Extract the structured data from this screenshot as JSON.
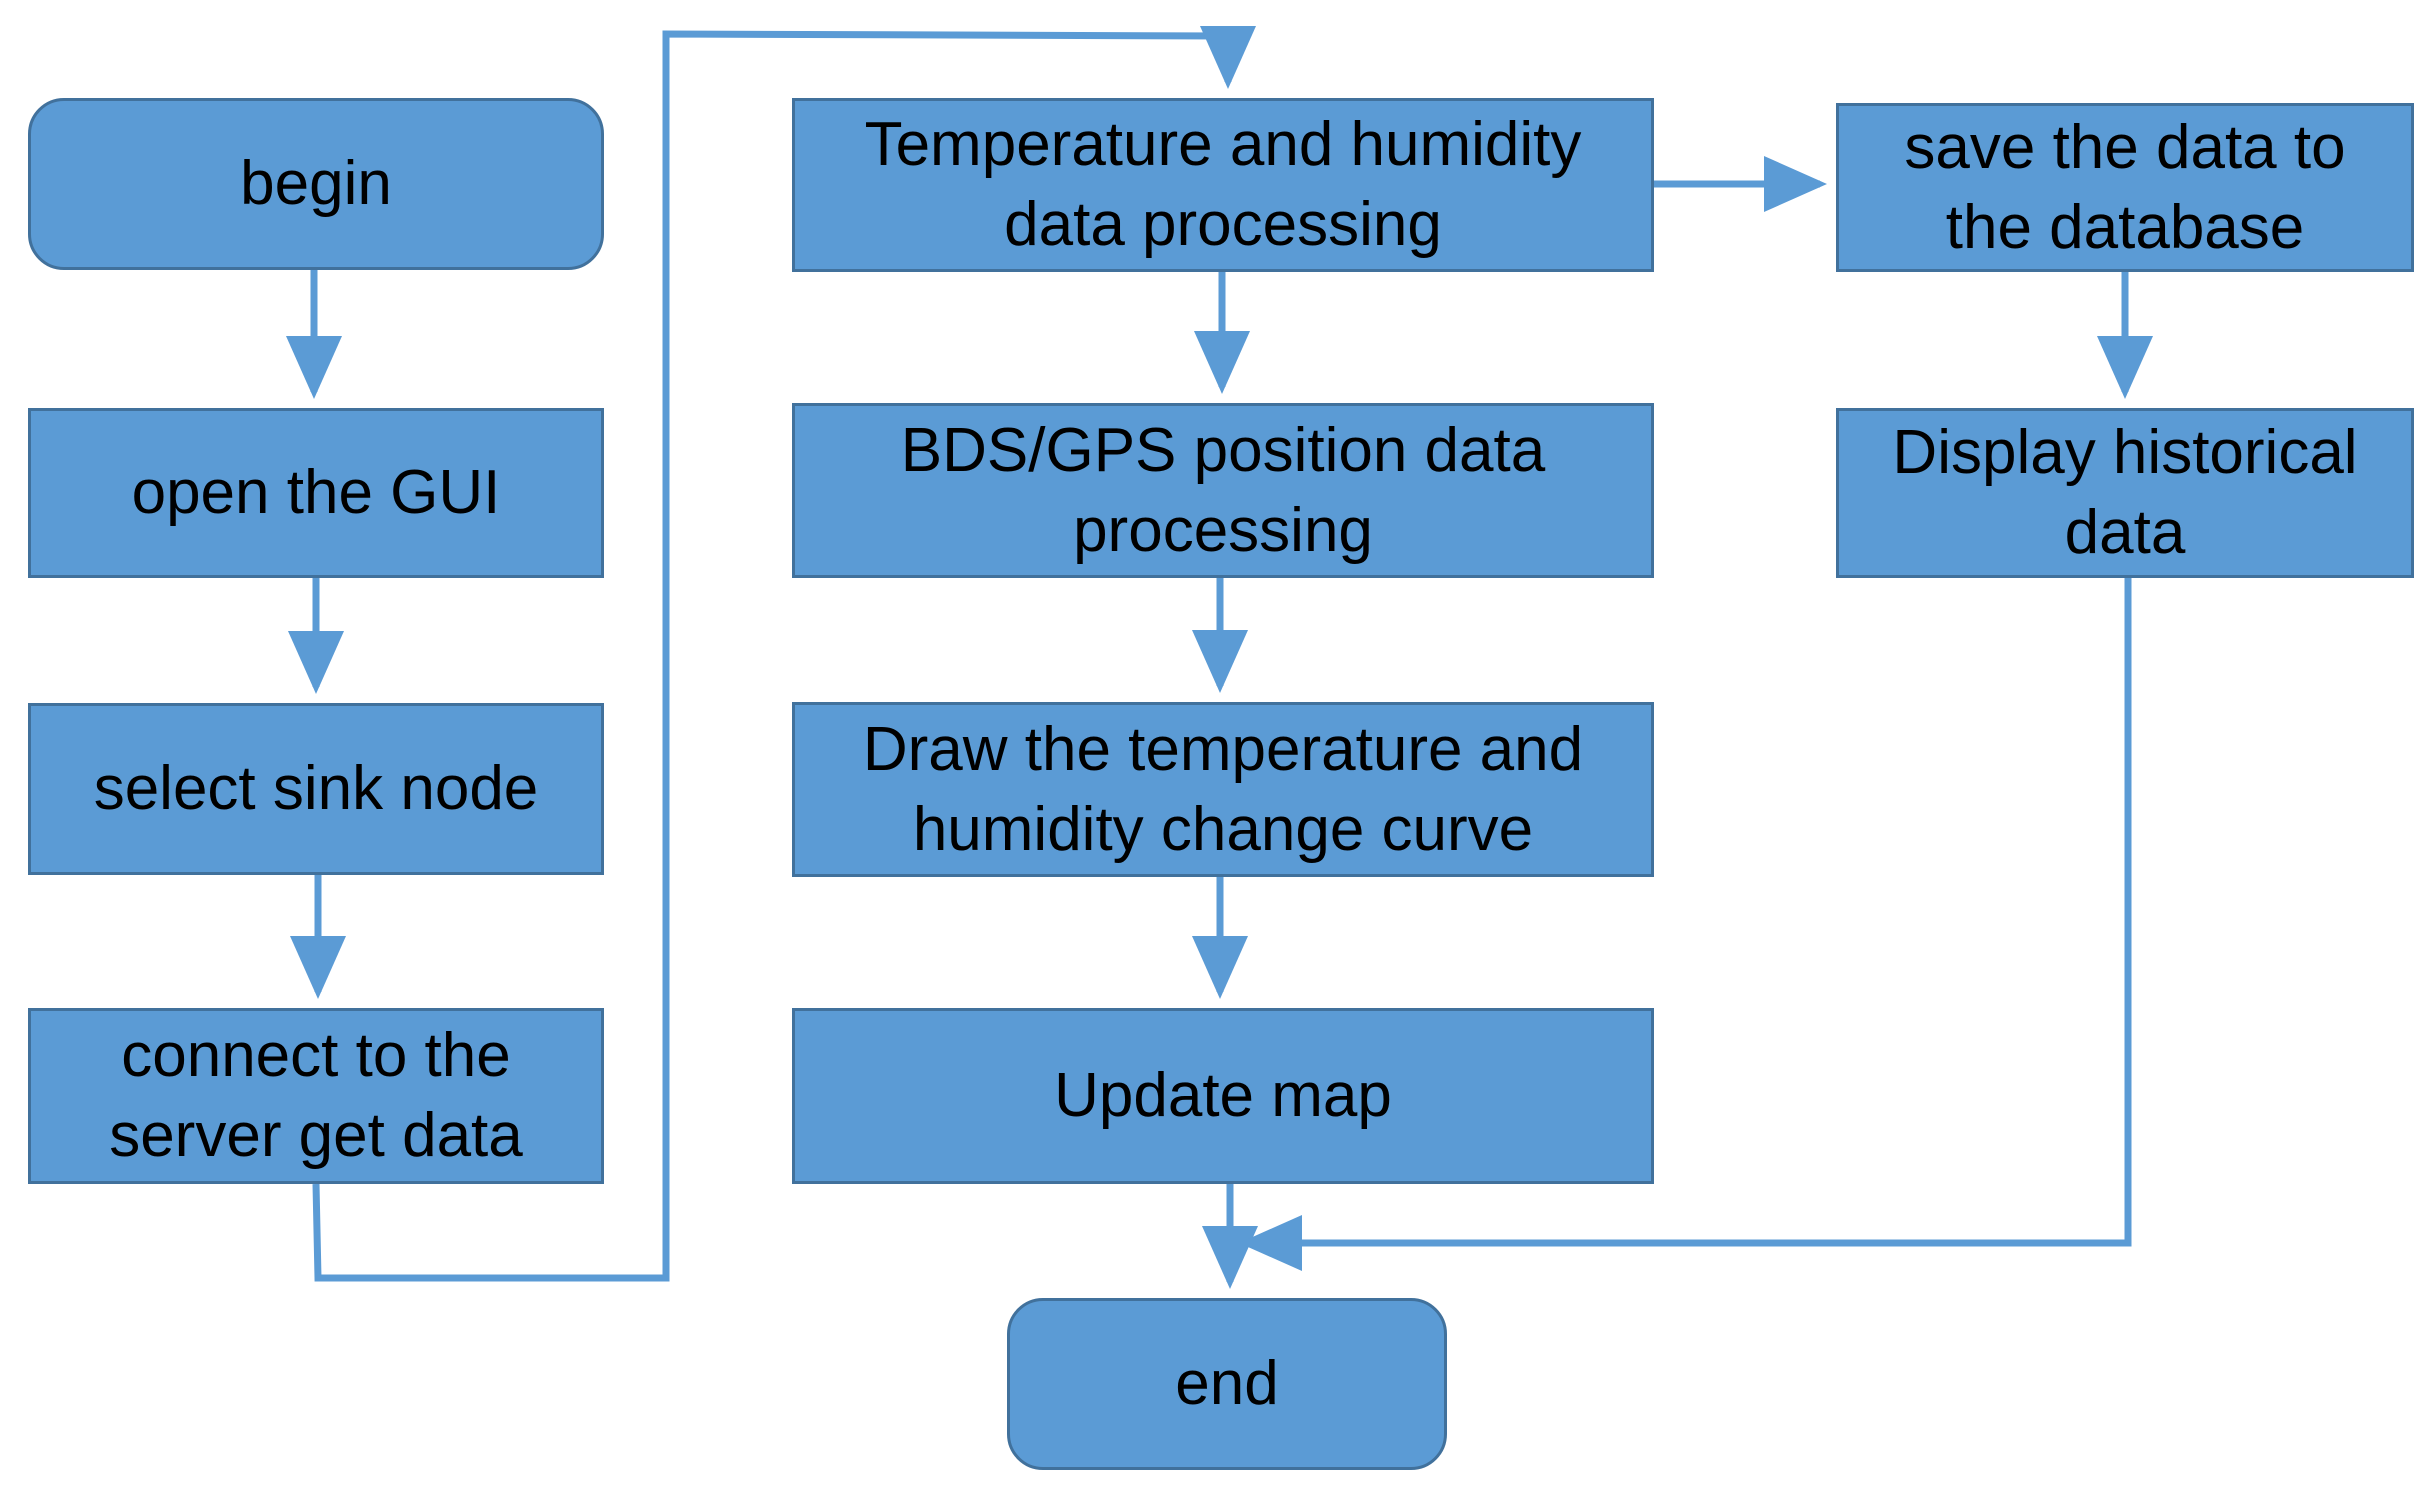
{
  "nodes": {
    "begin": "begin",
    "open_gui": "open the GUI",
    "select_sink": "select sink node",
    "connect_1": "connect to the",
    "connect_2": "server get data",
    "temp_1": "Temperature and humidity",
    "temp_2": "data processing",
    "bds_1": "BDS/GPS position data",
    "bds_2": "processing",
    "draw_1": "Draw the temperature and",
    "draw_2": "humidity change curve",
    "update_map": "Update map",
    "save_1": "save the data to",
    "save_2": "the database",
    "display_1": "Display historical",
    "display_2": "data",
    "end": "end"
  },
  "colors": {
    "box_fill": "#5b9bd5",
    "box_border": "#41719c",
    "connector": "#5b9bd5",
    "text": "#000000"
  }
}
